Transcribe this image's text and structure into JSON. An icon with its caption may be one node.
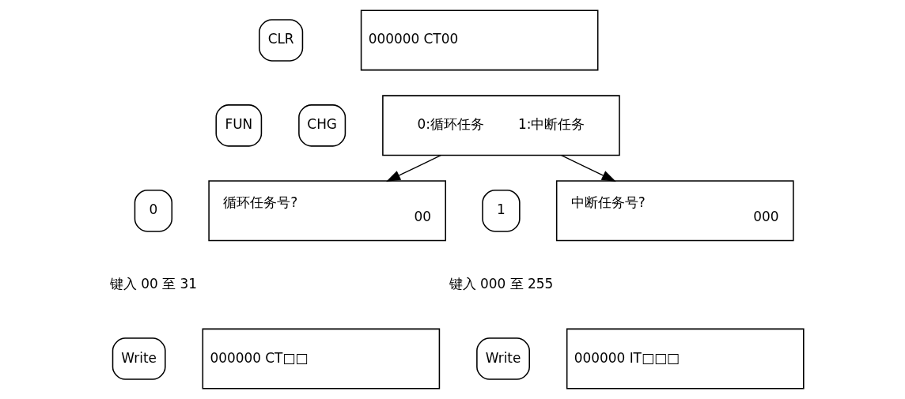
{
  "diagram": {
    "nodes": [
      {
        "text": [
          "CLR"
        ]
      },
      {
        "text": [
          "000000 CT00"
        ]
      },
      {
        "text": [
          "FUN"
        ]
      },
      {
        "text": [
          "CHG"
        ]
      },
      {
        "text": [
          "0:循环任务",
          "1:中断任务"
        ]
      },
      {
        "text": [
          "0"
        ]
      },
      {
        "text": [
          "循环任务号?",
          "00"
        ]
      },
      {
        "text": [
          "1"
        ]
      },
      {
        "text": [
          "中断任务号?",
          "000"
        ]
      },
      {
        "text": [
          "Write"
        ]
      },
      {
        "text": [
          "000000 CT□□"
        ]
      },
      {
        "text": [
          "Write"
        ]
      },
      {
        "text": [
          "000000 IT□□□"
        ]
      }
    ],
    "edges": [
      {
        "from": 4,
        "to": 6,
        "arrow": "to"
      },
      {
        "from": 4,
        "to": 8,
        "arrow": "to"
      }
    ],
    "labels": [
      "键入 00 至 31",
      "键入 000 至 255"
    ]
  }
}
